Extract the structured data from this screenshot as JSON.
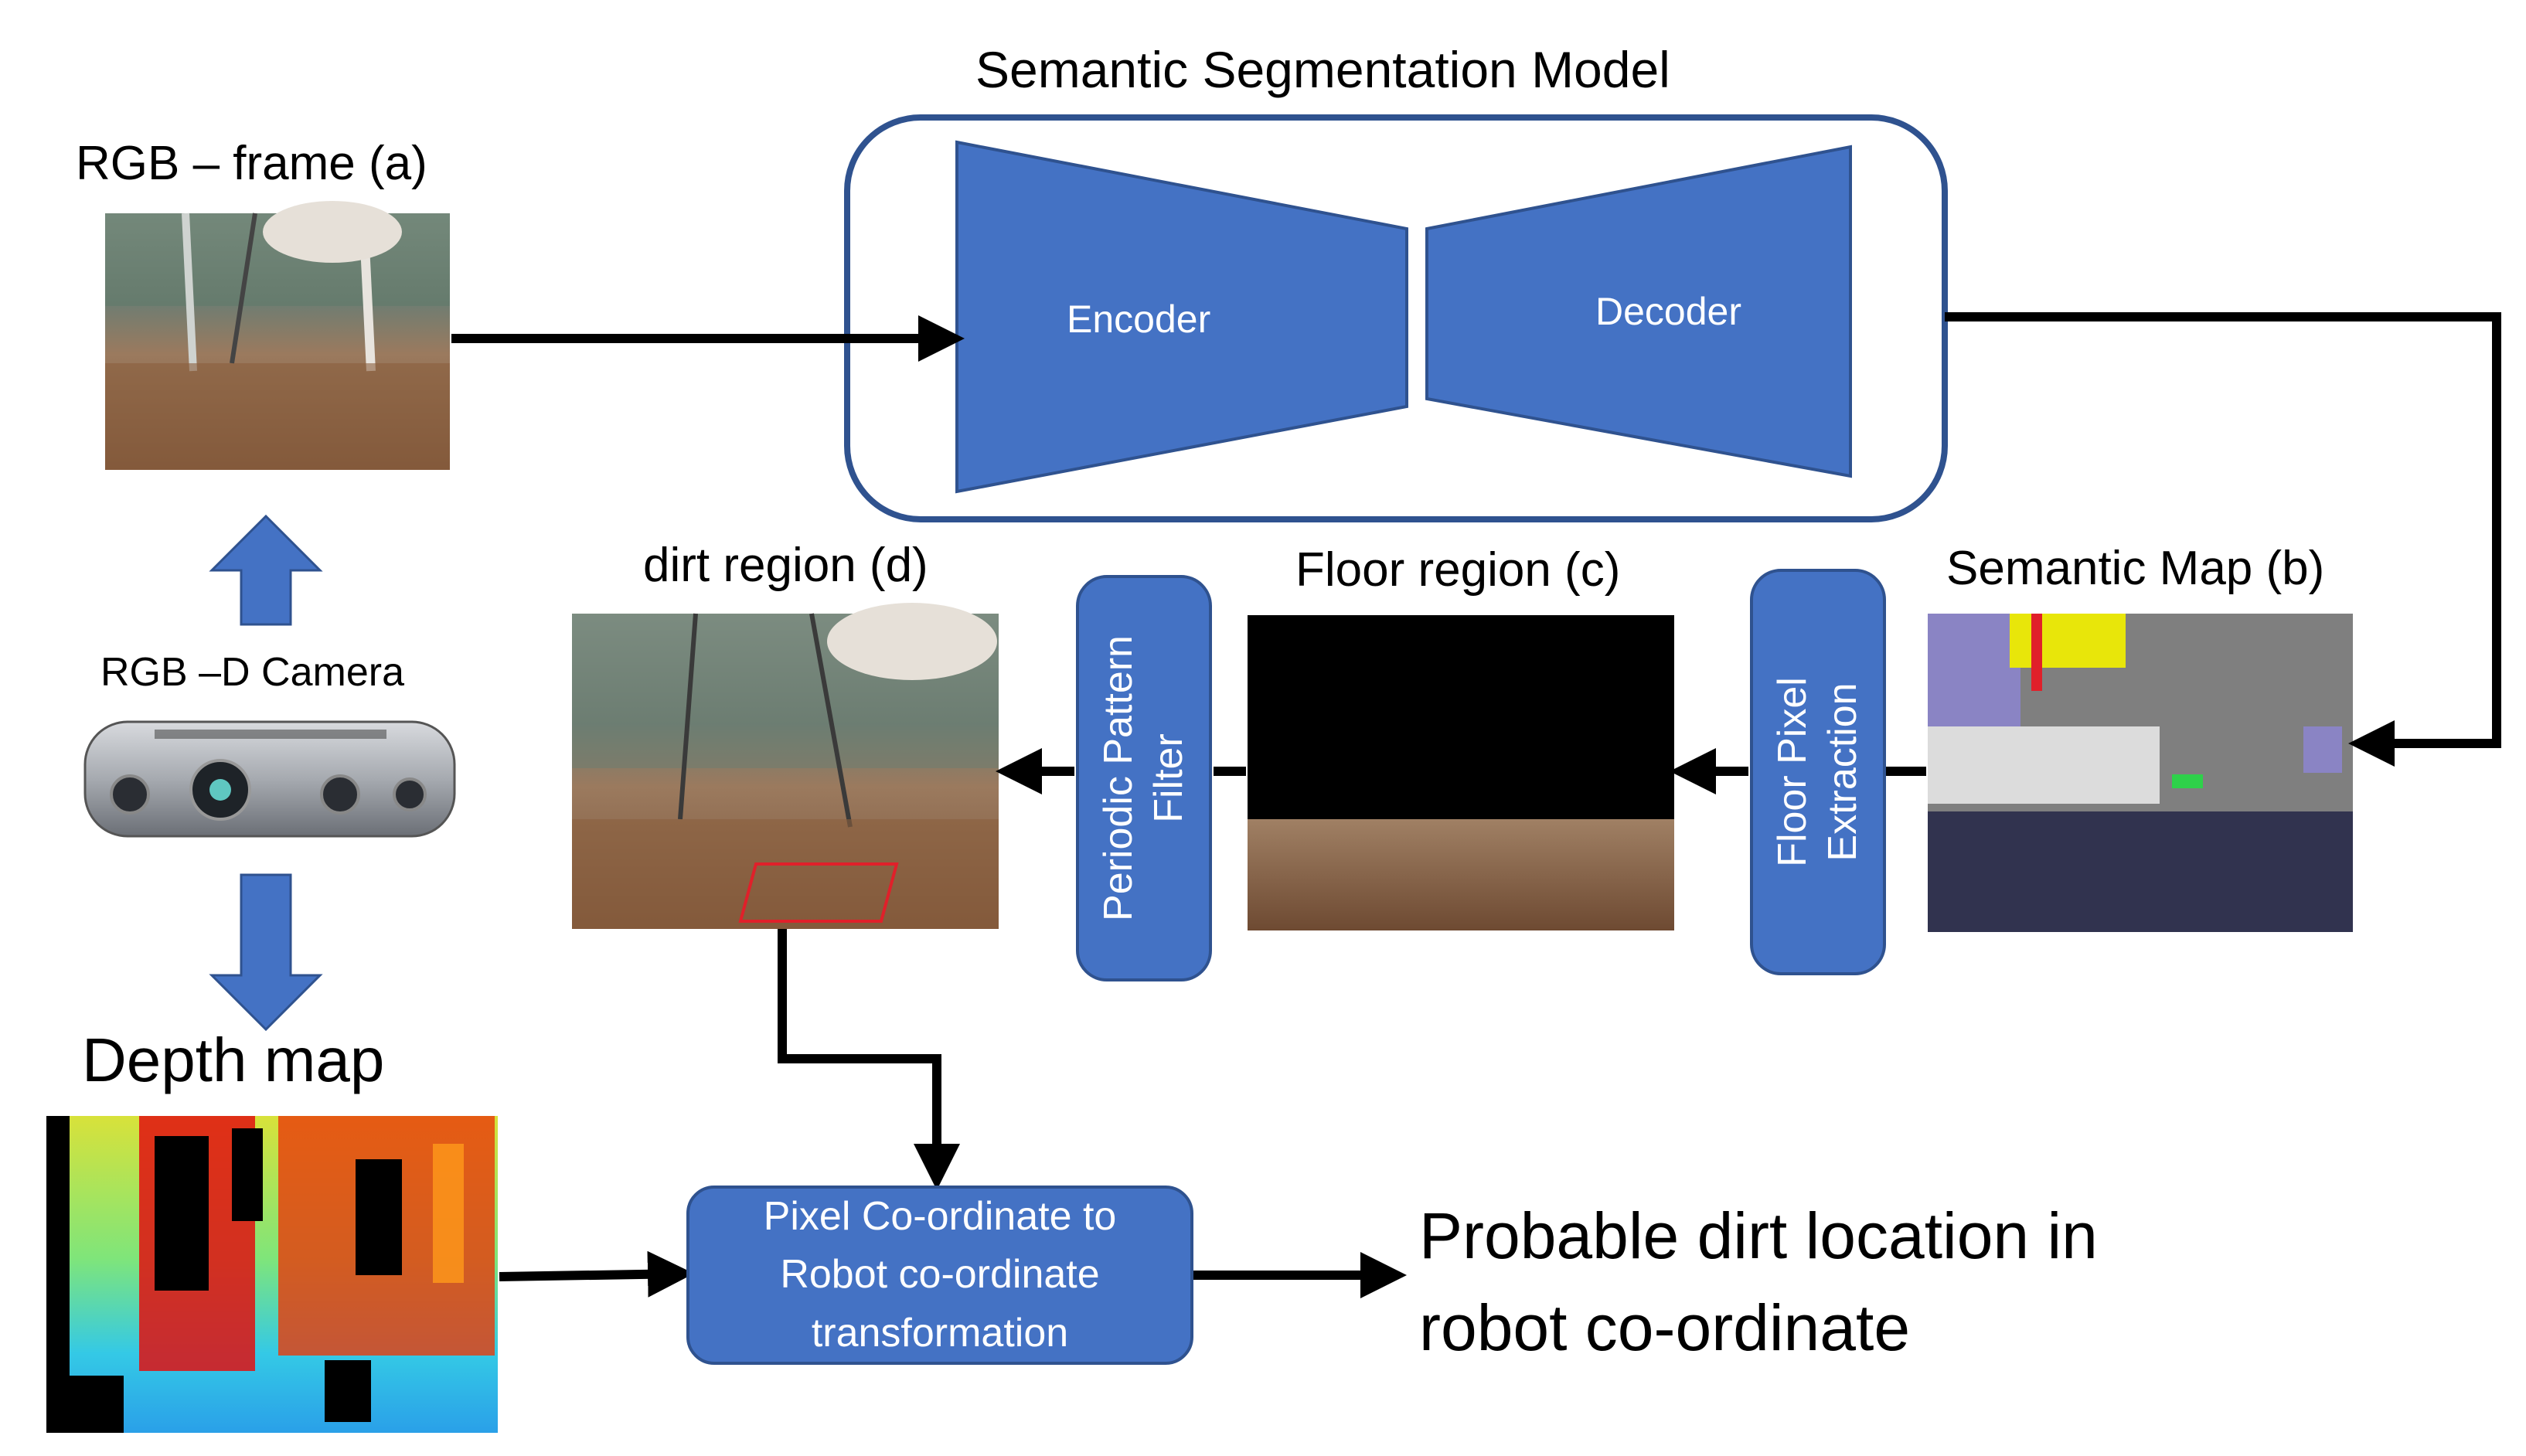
{
  "title": "Semantic Segmentation Model",
  "model": {
    "encoder": "Encoder",
    "decoder": "Decoder"
  },
  "rgb_frame": "RGB – frame (a)",
  "camera": "RGB –D Camera",
  "depth_map": "Depth map",
  "dirt_region": "dirt region (d)",
  "floor_region": "Floor region (c)",
  "semantic_map": "Semantic Map (b)",
  "periodic_filter": [
    "Periodic Pattern",
    "Filter"
  ],
  "floor_extraction": [
    "Floor Pixel",
    "Extraction"
  ],
  "transformation": [
    "Pixel Co-ordinate to",
    "Robot co-ordinate",
    "transformation"
  ],
  "output": [
    "Probable dirt location in",
    "robot co-ordinate"
  ],
  "colors": {
    "block": "#4472c4",
    "block_border": "#2f528f",
    "arrow": "#000000",
    "dirt_box": "#e0202a"
  }
}
